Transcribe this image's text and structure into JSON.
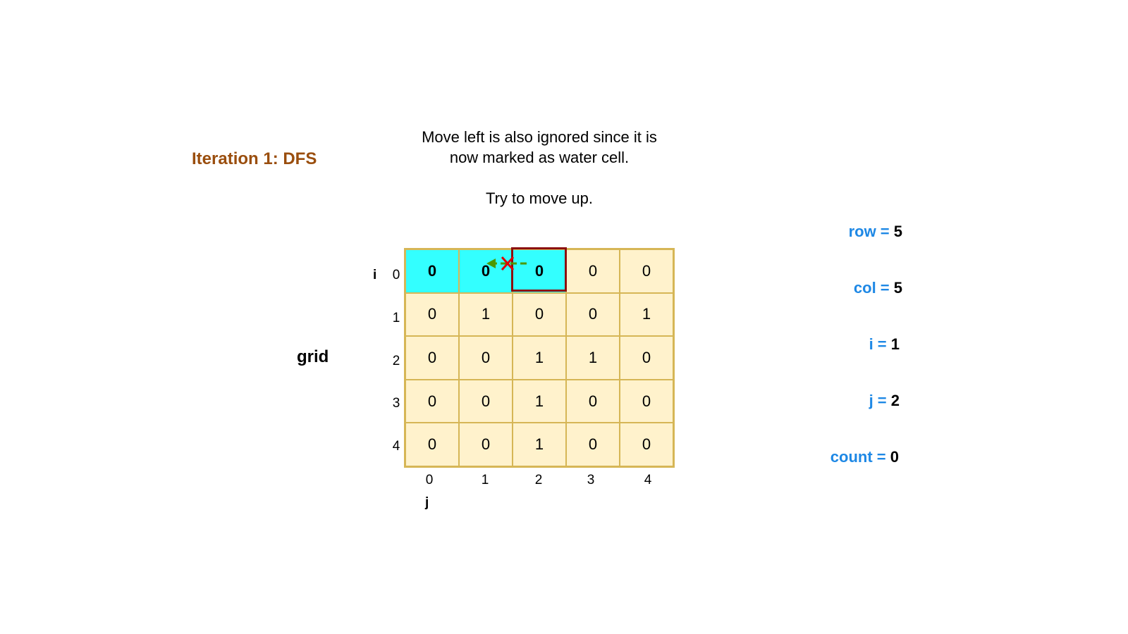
{
  "title": "Iteration 1: DFS",
  "caption": {
    "line1": "Move left is also ignored since it is",
    "line2": "now marked as water cell.",
    "line3": "",
    "line4": "Try to move up."
  },
  "grid_label": "grid",
  "axis": {
    "row_name": "i",
    "col_name": "j"
  },
  "row_indices": [
    "0",
    "1",
    "2",
    "3",
    "4"
  ],
  "col_indices": [
    "0",
    "1",
    "2",
    "3",
    "4"
  ],
  "grid": [
    [
      "0",
      "0",
      "0",
      "0",
      "0"
    ],
    [
      "0",
      "1",
      "0",
      "0",
      "1"
    ],
    [
      "0",
      "0",
      "1",
      "1",
      "0"
    ],
    [
      "0",
      "0",
      "1",
      "0",
      "0"
    ],
    [
      "0",
      "0",
      "1",
      "0",
      "0"
    ]
  ],
  "visited_cells": [
    [
      0,
      0
    ],
    [
      0,
      1
    ],
    [
      0,
      2
    ]
  ],
  "current_cell": [
    0,
    2
  ],
  "variables": {
    "row": {
      "label": "row = ",
      "value": "5"
    },
    "col": {
      "label": "col = ",
      "value": "5"
    },
    "i": {
      "label": "i = ",
      "value": "1"
    },
    "j": {
      "label": "j = ",
      "value": "2"
    },
    "count": {
      "label": "count = ",
      "value": "0"
    }
  },
  "colors": {
    "cell_fill": "#fff2cc",
    "cell_border": "#d6b656",
    "visited_fill": "#33ffff",
    "current_border": "#8b0f0f",
    "title": "#9a4e0e",
    "variable_key": "#1e88e5",
    "arrow": "#4d9900",
    "blocked_mark": "#e00000"
  },
  "icons": {
    "arrow": "left-arrow-icon",
    "blocked": "x-mark-icon"
  }
}
